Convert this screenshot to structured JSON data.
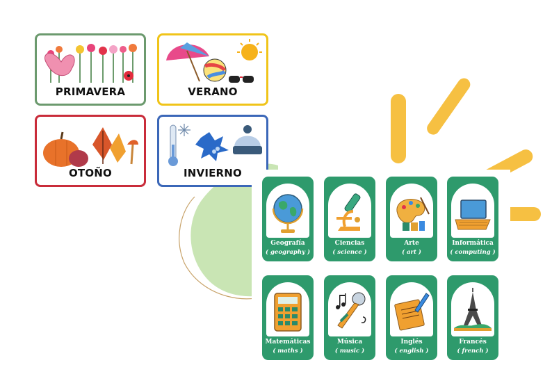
{
  "seasons": [
    {
      "label": "PRIMAVERA",
      "border": "#6c9a6e",
      "icon": "spring-flowers-butterfly"
    },
    {
      "label": "VERANO",
      "border": "#f0c419",
      "icon": "summer-umbrella-ball-sun"
    },
    {
      "label": "OTOÑO",
      "border": "#c92c3a",
      "icon": "autumn-pumpkin-leaves"
    },
    {
      "label": "INVIERNO",
      "border": "#3b67b8",
      "icon": "winter-thermometer-holly-hat"
    }
  ],
  "subjects": [
    {
      "name": "Geografía",
      "english": "( geography )",
      "icon": "globe-icon"
    },
    {
      "name": "Ciencias",
      "english": "( science )",
      "icon": "microscope-icon"
    },
    {
      "name": "Arte",
      "english": "( art )",
      "icon": "palette-icon"
    },
    {
      "name": "Informática",
      "english": "( computing )",
      "icon": "laptop-icon"
    },
    {
      "name": "Matemáticas",
      "english": "( maths )",
      "icon": "calculator-icon"
    },
    {
      "name": "Música",
      "english": "( music )",
      "icon": "microphone-notes-icon"
    },
    {
      "name": "Inglés",
      "english": "( english )",
      "icon": "letter-pen-icon"
    },
    {
      "name": "Francés",
      "english": "( french )",
      "icon": "eiffel-tower-icon"
    }
  ],
  "colors": {
    "card_green": "#2e9a6c",
    "sun_yellow": "#f6c042",
    "blob_green": "#c9e5b4"
  }
}
